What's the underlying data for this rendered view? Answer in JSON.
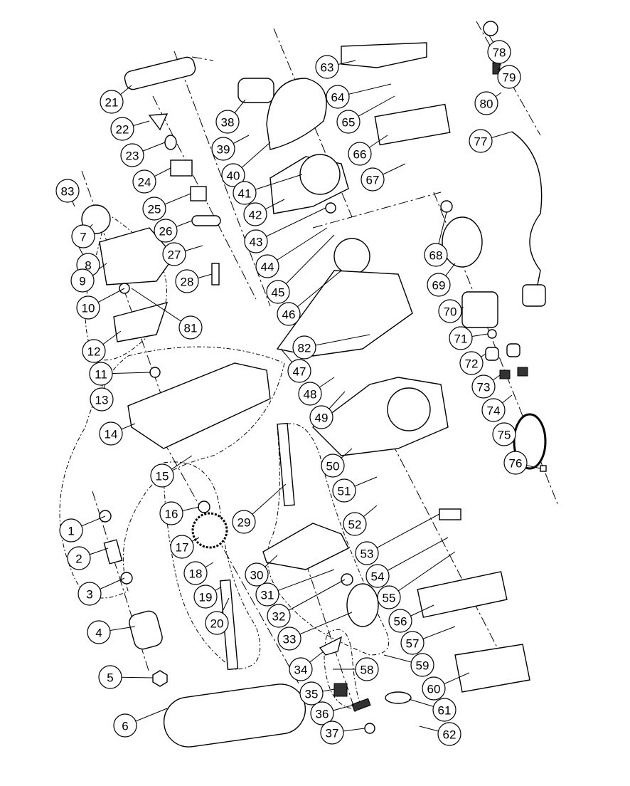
{
  "diagram": {
    "type": "exploded-parts-diagram",
    "callouts": [
      "1",
      "2",
      "3",
      "4",
      "5",
      "6",
      "7",
      "8",
      "9",
      "10",
      "11",
      "12",
      "13",
      "14",
      "15",
      "16",
      "17",
      "18",
      "19",
      "20",
      "21",
      "22",
      "23",
      "24",
      "25",
      "26",
      "27",
      "28",
      "29",
      "30",
      "31",
      "32",
      "33",
      "34",
      "35",
      "36",
      "37",
      "38",
      "39",
      "40",
      "41",
      "42",
      "43",
      "44",
      "45",
      "46",
      "47",
      "48",
      "49",
      "50",
      "51",
      "52",
      "53",
      "54",
      "55",
      "56",
      "57",
      "58",
      "59",
      "60",
      "61",
      "62",
      "63",
      "64",
      "65",
      "66",
      "67",
      "68",
      "69",
      "70",
      "71",
      "72",
      "73",
      "74",
      "75",
      "76",
      "77",
      "78",
      "79",
      "80",
      "81",
      "82",
      "83"
    ]
  }
}
